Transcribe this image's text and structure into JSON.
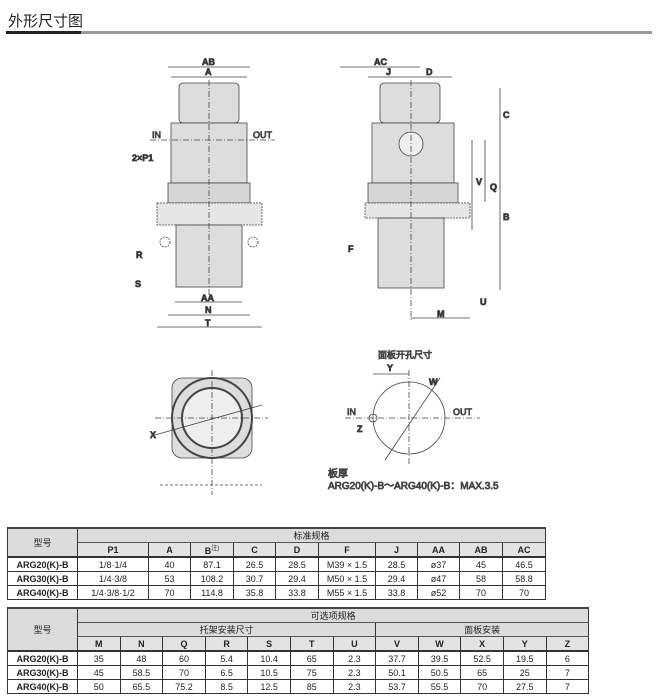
{
  "title": "外形尺寸图",
  "drawing": {
    "front": {
      "AB": "AB",
      "A": "A",
      "IN": "IN",
      "OUT": "OUT",
      "P1": "2×P1",
      "R": "R",
      "S": "S",
      "AA": "AA",
      "N": "N",
      "T": "T"
    },
    "side": {
      "AC": "AC",
      "J": "J",
      "D": "D",
      "C": "C",
      "V": "V",
      "Q": "Q",
      "B": "B",
      "F": "F",
      "M": "M",
      "U": "U"
    },
    "bottom": {
      "X": "X"
    },
    "panel": {
      "title": "面板开孔尺寸",
      "Y": "Y",
      "W": "W",
      "Z": "Z",
      "IN": "IN",
      "OUT": "OUT",
      "thickness_label": "板厚",
      "thickness_value": "ARG20(K)-B～ARG40(K)-B：MAX.3.5"
    }
  },
  "table1": {
    "model_header": "型号",
    "group": "标准规格",
    "columns": [
      "P1",
      "A",
      "B",
      "C",
      "D",
      "F",
      "J",
      "AA",
      "AB",
      "AC"
    ],
    "b_note": "注)",
    "rows": [
      [
        "ARG20(K)-B",
        "1/8·1/4",
        "40",
        "87.1",
        "26.5",
        "28.5",
        "M39 × 1.5",
        "28.5",
        "ø37",
        "45",
        "46.5"
      ],
      [
        "ARG30(K)-B",
        "1/4·3/8",
        "53",
        "108.2",
        "30.7",
        "29.4",
        "M50 × 1.5",
        "29.4",
        "ø47",
        "58",
        "58.8"
      ],
      [
        "ARG40(K)-B",
        "1/4·3/8·1/2",
        "70",
        "114.8",
        "35.8",
        "33.8",
        "M55 × 1.5",
        "33.8",
        "ø52",
        "70",
        "70"
      ]
    ]
  },
  "table2": {
    "model_header": "型号",
    "group": "可选项规格",
    "sub1": "托架安装尺寸",
    "sub2": "面板安装",
    "columns": [
      "M",
      "N",
      "Q",
      "R",
      "S",
      "T",
      "U",
      "V",
      "W",
      "X",
      "Y",
      "Z"
    ],
    "rows": [
      [
        "ARG20(K)-B",
        "35",
        "48",
        "60",
        "5.4",
        "10.4",
        "65",
        "2.3",
        "37.7",
        "39.5",
        "52.5",
        "19.5",
        "6"
      ],
      [
        "ARG30(K)-B",
        "45",
        "58.5",
        "70",
        "6.5",
        "10.5",
        "75",
        "2.3",
        "50.1",
        "50.5",
        "65",
        "25",
        "7"
      ],
      [
        "ARG40(K)-B",
        "50",
        "65.5",
        "75.2",
        "8.5",
        "12.5",
        "85",
        "2.3",
        "53.7",
        "55.5",
        "70",
        "27.5",
        "7"
      ]
    ]
  }
}
